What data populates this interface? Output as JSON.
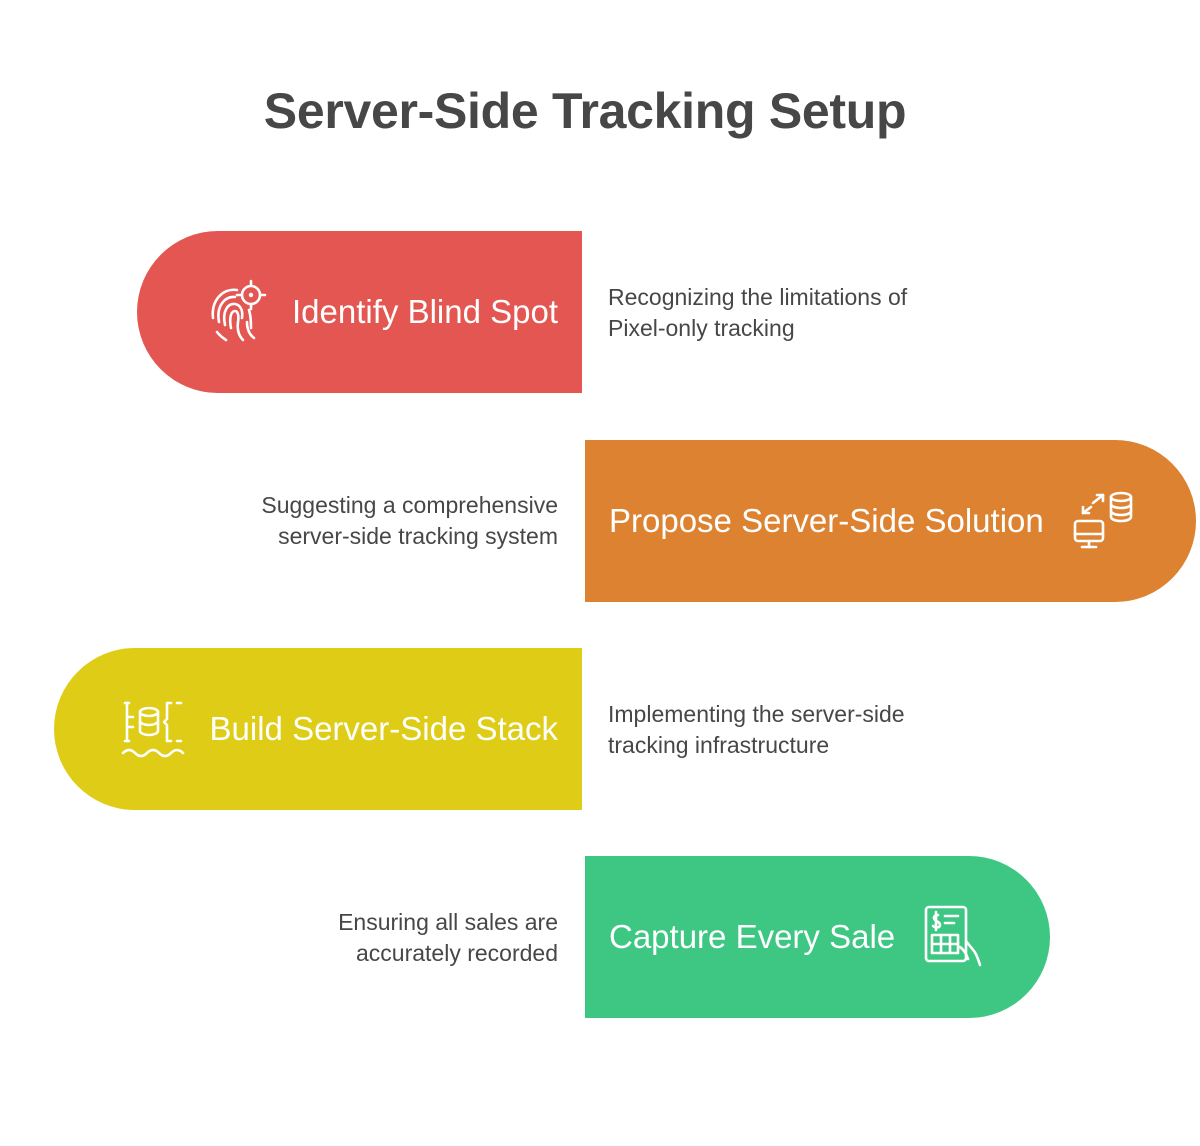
{
  "title": "Server-Side Tracking Setup",
  "steps": [
    {
      "label": "Identify Blind Spot",
      "color": "#e35652",
      "icon": "fingerprint-target-icon",
      "description": [
        "Recognizing the limitations of",
        "Pixel-only tracking"
      ]
    },
    {
      "label": "Propose Server-Side Solution",
      "color": "#dc8230",
      "icon": "computer-database-sync-icon",
      "description": [
        "Suggesting a comprehensive",
        "server-side tracking system"
      ]
    },
    {
      "label": "Build Server-Side Stack",
      "color": "#dfcc17",
      "icon": "data-stack-icon",
      "description": [
        "Implementing the server-side",
        "tracking infrastructure"
      ]
    },
    {
      "label": "Capture Every Sale",
      "color": "#3ec783",
      "icon": "receipt-hand-icon",
      "description": [
        "Ensuring all sales are",
        "accurately recorded"
      ]
    }
  ]
}
